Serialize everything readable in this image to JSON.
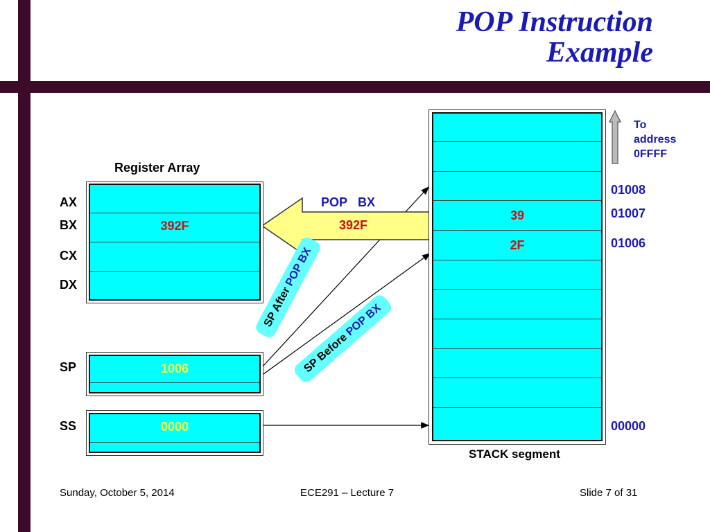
{
  "slide": {
    "title_line1": "POP Instruction",
    "title_line2": "Example"
  },
  "register_array": {
    "heading": "Register Array",
    "rows": [
      {
        "label": "AX",
        "value": ""
      },
      {
        "label": "BX",
        "value": "392F"
      },
      {
        "label": "CX",
        "value": ""
      },
      {
        "label": "DX",
        "value": ""
      }
    ]
  },
  "sp": {
    "label": "SP",
    "value": "1006"
  },
  "ss": {
    "label": "SS",
    "value": "0000"
  },
  "instruction": {
    "op": "POP",
    "operand": "BX",
    "value": "392F"
  },
  "badges": {
    "after_prefix": "SP After",
    "after_highlight": "POP BX",
    "before_prefix": "SP Before",
    "before_highlight": "POP BX"
  },
  "stack": {
    "caption": "STACK segment",
    "values": {
      "row_01007": "39",
      "row_01006": "2F"
    },
    "addresses": {
      "a01008": "01008",
      "a01007": "01007",
      "a01006": "01006",
      "a00000": "00000"
    },
    "to_address_line1": "To",
    "to_address_line2": "address",
    "to_address_line3": "0FFFF"
  },
  "footer": {
    "date": "Sunday, October 5, 2014",
    "course": "ECE291 – Lecture 7",
    "slide_num": "Slide 7 of 31"
  },
  "colors": {
    "bar": "#3d0b2a",
    "title": "#1a1ab4",
    "cell": "#00ffff",
    "arrow_fill": "#ffff88",
    "value_red": "#cc1111",
    "value_yellow": "#ffff33"
  }
}
